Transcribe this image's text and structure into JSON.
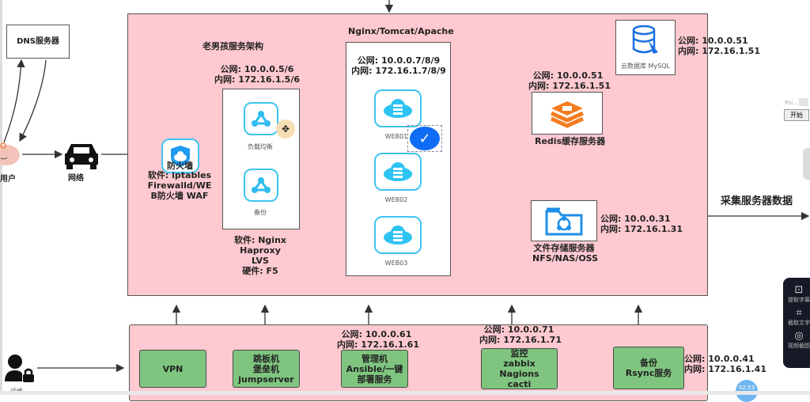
{
  "diagram": {
    "title": "老男孩服务架构",
    "web_cluster_title": "Nginx/Tomcat/Apache",
    "dns": {
      "label": "DNS服务器"
    },
    "user": {
      "label": "用户"
    },
    "network": {
      "label": "网络"
    },
    "ops": {
      "label": "运维"
    },
    "firewall": {
      "icon_label": "防火墙",
      "software_lines": [
        "软件: iptables",
        "Firewalld/WE",
        "B防火墙 WAF"
      ]
    },
    "load_balancer": {
      "ip_public": "公网: 10.0.0.5/6",
      "ip_private": "内网: 172.16.1.5/6",
      "nodes": [
        {
          "label": "负载均衡"
        },
        {
          "label": "备份"
        }
      ],
      "software_lines": [
        "软件: Nginx",
        "Haproxy",
        "LVS",
        "硬件: F5"
      ]
    },
    "web": {
      "ip_public": "公网: 10.0.0.7/8/9",
      "ip_private": "内网: 172.16.1.7/8/9",
      "nodes": [
        {
          "label": "WEB01"
        },
        {
          "label": "WEB02"
        },
        {
          "label": "WEB03"
        }
      ]
    },
    "redis": {
      "ip_public": "公网: 10.0.0.51",
      "ip_private": "内网: 172.16.1.51",
      "label": "Redis缓存服务器"
    },
    "mysql": {
      "label": "云数据库 MySQL",
      "ip_public": "公网: 10.0.0.51",
      "ip_private": "内网: 172.16.1.51"
    },
    "storage": {
      "label_lines": [
        "文件存储服务器",
        "NFS/NAS/OSS"
      ],
      "ip_public": "公网: 10.0.0.31",
      "ip_private": "内网: 172.16.1.31"
    },
    "collect_label": "采集服务器数据",
    "mgmt": {
      "vpn": {
        "label": "VPN"
      },
      "jump": {
        "lines": [
          "跳板机",
          "堡垒机",
          "jumpserver"
        ]
      },
      "ansible": {
        "lines": [
          "管理机",
          "Ansible/一键",
          "部署服务"
        ],
        "ip_public": "公网: 10.0.0.61",
        "ip_private": "内网: 172.16.1.61"
      },
      "monitor": {
        "lines": [
          "监控",
          "zabbix",
          "Nagions",
          "cacti"
        ],
        "ip_public": "公网: 10.0.0.71",
        "ip_private": "内网: 172.16.1.71"
      },
      "backup": {
        "lines": [
          "备份",
          "Rsync服务"
        ],
        "ip_public": "公网: 10.0.0.41",
        "ip_private": "内网: 172.16.1.41"
      }
    }
  },
  "overlay": {
    "point_label": "Poi...",
    "start_button": "开始",
    "side_tools": [
      {
        "icon": "extract-subtitle-icon",
        "label": "提取字幕"
      },
      {
        "icon": "capture-text-icon",
        "label": "截取文字"
      },
      {
        "icon": "screenshot-icon",
        "label": "视频截图"
      }
    ],
    "timer": "02:53"
  }
}
